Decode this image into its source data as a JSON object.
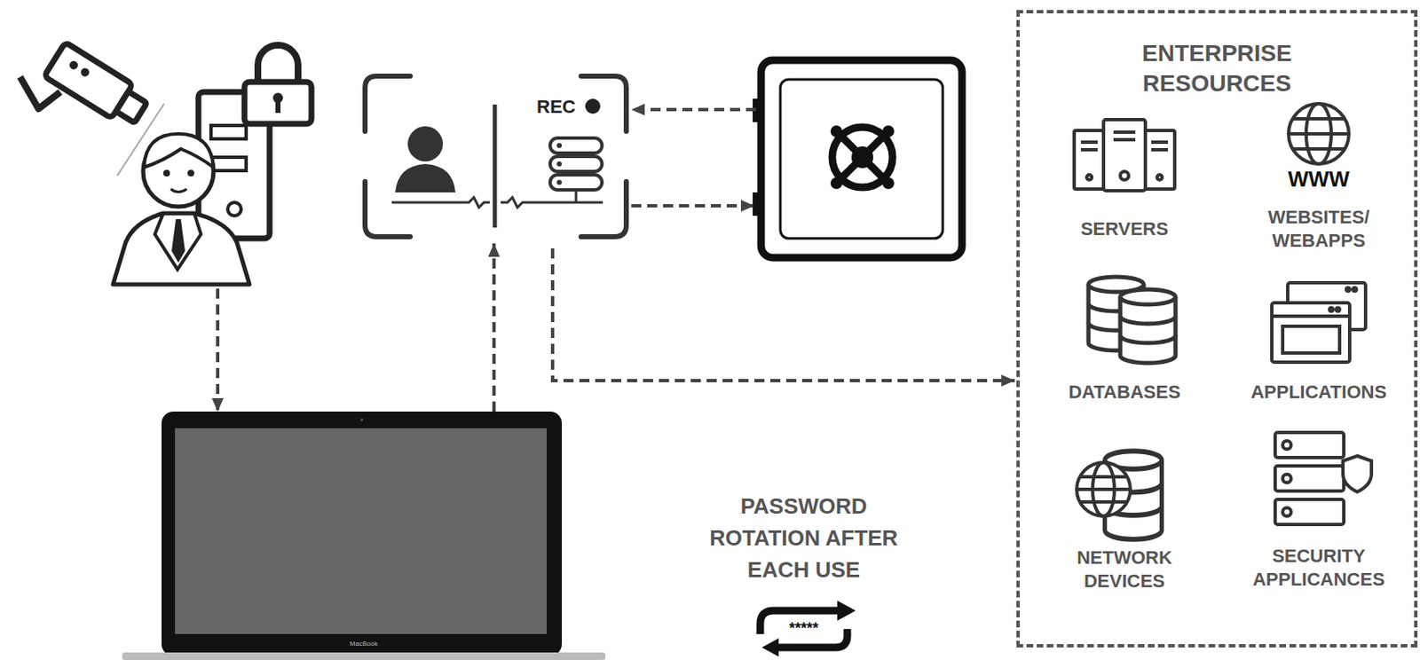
{
  "diagram": {
    "nodes": [
      {
        "text": []
      },
      {
        "text": [
          "REC"
        ]
      },
      {
        "text": []
      },
      {
        "text": [
          "ENTERPRISE RESOURCES"
        ]
      },
      {
        "text": [
          "SERVERS"
        ],
        "in": 3
      },
      {
        "text": [
          "WWW",
          "WEBSITES/ WEBAPPS"
        ],
        "in": 3
      },
      {
        "text": [
          "DATABASES"
        ],
        "in": 3
      },
      {
        "text": [
          "APPLICATIONS"
        ],
        "in": 3
      },
      {
        "text": [
          "NETWORK DEVICES"
        ],
        "in": 3
      },
      {
        "text": [
          "SECURITY APPLICANCES"
        ],
        "in": 3
      },
      {
        "text": [
          "MacBook"
        ]
      }
    ],
    "edges": [
      {
        "from": 0,
        "to": 10,
        "arrow": "to"
      },
      {
        "from": 10,
        "to": 1,
        "arrow": "to"
      },
      {
        "from": 2,
        "to": 1,
        "arrow": "to"
      },
      {
        "from": 1,
        "to": 2,
        "arrow": "to"
      },
      {
        "from": 1,
        "to": 3,
        "arrow": "to"
      }
    ],
    "labels": [
      "PASSWORD ROTATION AFTER EACH USE",
      "*****"
    ]
  }
}
